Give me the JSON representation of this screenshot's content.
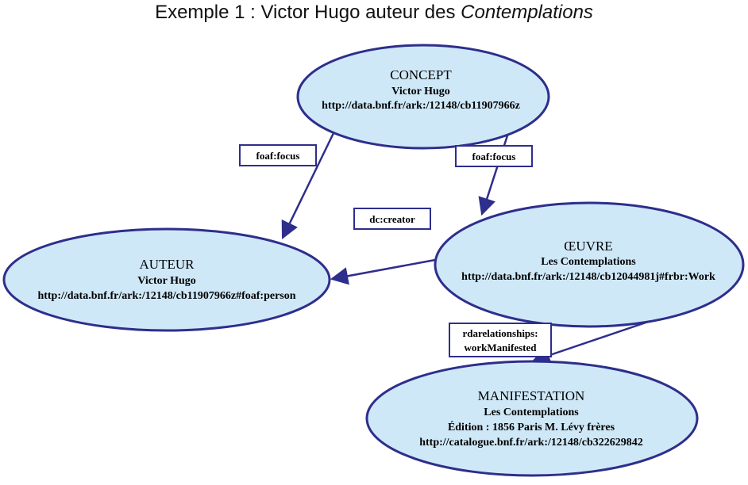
{
  "title": {
    "prefix": "Exemple 1 : Victor Hugo auteur des ",
    "emphasis": "Contemplations"
  },
  "colors": {
    "node_fill": "#cfe8f8",
    "node_stroke": "#2e2e8c",
    "edge": "#2e2e8c"
  },
  "nodes": {
    "concept": {
      "heading": "CONCEPT",
      "line1": "Victor Hugo",
      "line2": "http://data.bnf.fr/ark:/12148/cb11907966z"
    },
    "auteur": {
      "heading": "AUTEUR",
      "line1": "Victor Hugo",
      "line2": "http://data.bnf.fr/ark:/12148/cb11907966z#foaf:person"
    },
    "oeuvre": {
      "heading": "ŒUVRE",
      "line1": "Les Contemplations",
      "line2": "http://data.bnf.fr/ark:/12148/cb12044981j#frbr:Work"
    },
    "manifestation": {
      "heading": "MANIFESTATION",
      "line1": "Les Contemplations",
      "line2": "Édition : 1856 Paris M. Lévy frères",
      "line3": "http://catalogue.bnf.fr/ark:/12148/cb322629842"
    }
  },
  "edges": {
    "focus_left": "foaf:focus",
    "focus_right": "foaf:focus",
    "creator": "dc:creator",
    "manifested_line1": "rdarelationships:",
    "manifested_line2": "workManifested"
  }
}
